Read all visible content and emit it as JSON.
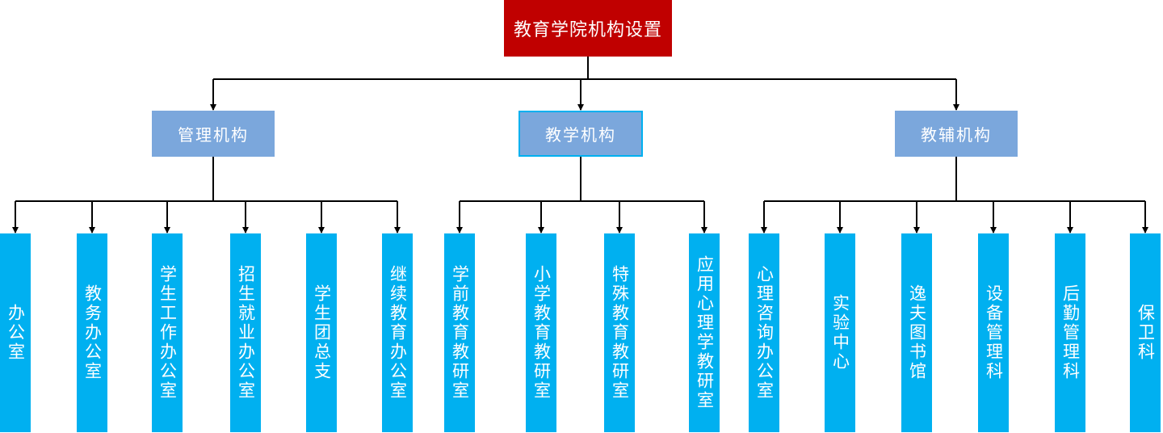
{
  "org_chart": {
    "root": {
      "label": "教育学院机构设置"
    },
    "categories": [
      {
        "label": "管理机构",
        "children": [
          "办公室",
          "教务办公室",
          "学生工作办公室",
          "招生就业办公室",
          "学生团总支",
          "继续教育办公室"
        ]
      },
      {
        "label": "教学机构",
        "children": [
          "学前教育教研室",
          "小学教育教研室",
          "特殊教育教研室",
          "应用心理学教研室"
        ]
      },
      {
        "label": "教辅机构",
        "children": [
          "心理咨询办公室",
          "实验中心",
          "逸夫图书馆",
          "设备管理科",
          "后勤管理科",
          "保卫科"
        ]
      }
    ]
  },
  "colors": {
    "root_fill": "#c00000",
    "category_fill": "#7ba7dc",
    "category_selected_border": "#00b0f0",
    "leaf_fill": "#00b0f0",
    "connector": "#000000"
  }
}
